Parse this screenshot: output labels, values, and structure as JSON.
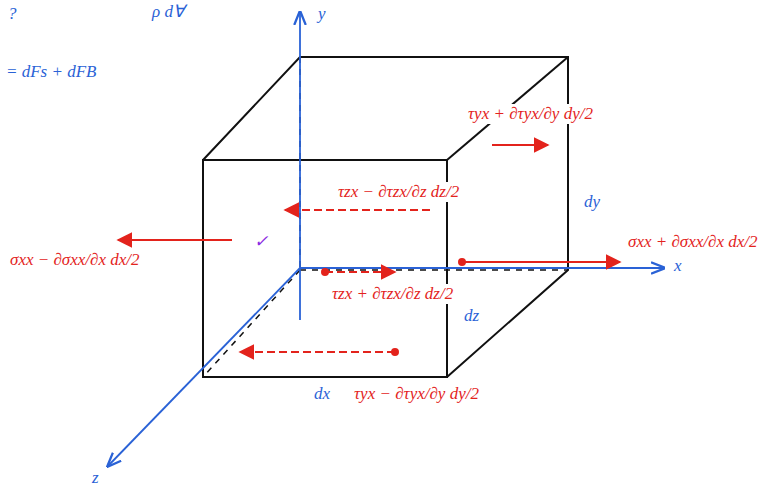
{
  "diagram": {
    "labels": [
      "?",
      "ρ d∀",
      "y",
      "= dFs + dFB",
      "τyx + ∂τyx/∂y dy/2",
      "dy",
      "τzx − ∂τzx/∂z dz/2",
      "σxx + ∂σxx/∂x dx/2",
      "σxx − ∂σxx/∂x dx/2",
      "τzx + ∂τzx/∂z dz/2",
      "x",
      "dz",
      "τyx − ∂τyx/∂y dy/2",
      "dx",
      "z",
      "✓"
    ]
  }
}
